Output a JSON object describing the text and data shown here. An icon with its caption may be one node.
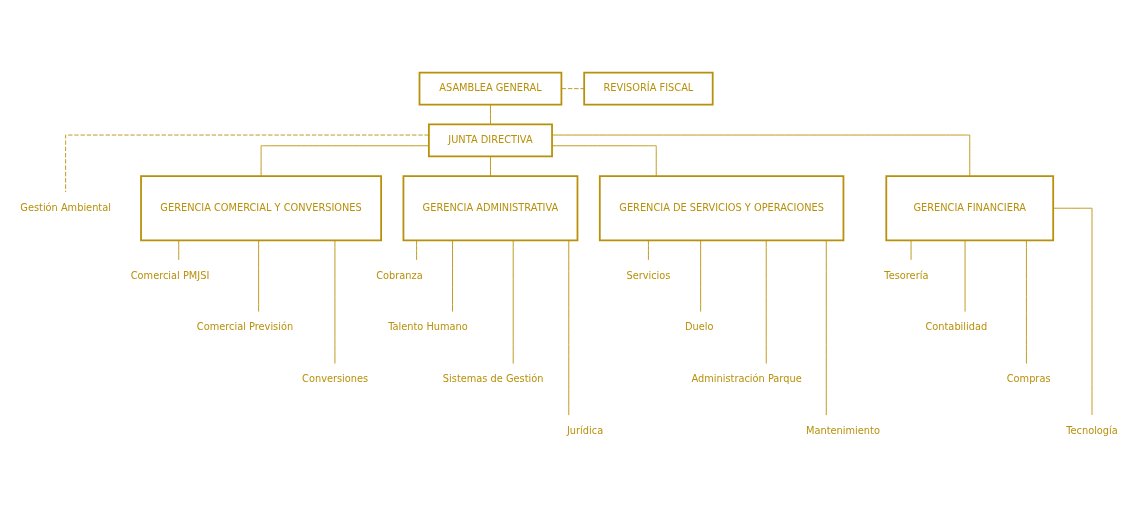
{
  "diagram": {
    "nodes": [
      {
        "text": [
          "ASAMBLEA GENERAL"
        ]
      },
      {
        "text": [
          "REVISORÍA FISCAL"
        ]
      },
      {
        "text": [
          "JUNTA DIRECTIVA"
        ]
      },
      {
        "text": [
          "Gestión Ambiental"
        ]
      },
      {
        "text": [
          "GERENCIA COMERCIAL Y CONVERSIONES"
        ]
      },
      {
        "text": [
          "GERENCIA ADMINISTRATIVA"
        ]
      },
      {
        "text": [
          "GERENCIA DE SERVICIOS Y OPERACIONES"
        ]
      },
      {
        "text": [
          "GERENCIA FINANCIERA"
        ]
      },
      {
        "text": [
          "Comercial PMJSI"
        ]
      },
      {
        "text": [
          "Comercial Previsión"
        ]
      },
      {
        "text": [
          "Conversiones"
        ]
      },
      {
        "text": [
          "Cobranza"
        ]
      },
      {
        "text": [
          "Talento Humano"
        ]
      },
      {
        "text": [
          "Sistemas de Gestión"
        ]
      },
      {
        "text": [
          "Jurídica"
        ]
      },
      {
        "text": [
          "Servicios"
        ]
      },
      {
        "text": [
          "Duelo"
        ]
      },
      {
        "text": [
          "Administración Parque"
        ]
      },
      {
        "text": [
          "Mantenimiento"
        ]
      },
      {
        "text": [
          "Tesorería"
        ]
      },
      {
        "text": [
          "Contabilidad"
        ]
      },
      {
        "text": [
          "Compras"
        ]
      },
      {
        "text": [
          "Tecnología"
        ]
      }
    ],
    "edges": [
      {
        "from": 0,
        "to": 1,
        "arrow": "none",
        "style": "dashed"
      },
      {
        "from": 0,
        "to": 2,
        "arrow": "none"
      },
      {
        "from": 2,
        "to": 3,
        "arrow": "none",
        "style": "dashed"
      },
      {
        "from": 2,
        "to": 4,
        "arrow": "none"
      },
      {
        "from": 2,
        "to": 5,
        "arrow": "none"
      },
      {
        "from": 2,
        "to": 6,
        "arrow": "none"
      },
      {
        "from": 2,
        "to": 7,
        "arrow": "none"
      },
      {
        "from": 4,
        "to": 8,
        "arrow": "none"
      },
      {
        "from": 4,
        "to": 9,
        "arrow": "none"
      },
      {
        "from": 4,
        "to": 10,
        "arrow": "none"
      },
      {
        "from": 5,
        "to": 11,
        "arrow": "none"
      },
      {
        "from": 5,
        "to": 12,
        "arrow": "none"
      },
      {
        "from": 5,
        "to": 13,
        "arrow": "none"
      },
      {
        "from": 5,
        "to": 14,
        "arrow": "none"
      },
      {
        "from": 6,
        "to": 15,
        "arrow": "none"
      },
      {
        "from": 6,
        "to": 16,
        "arrow": "none"
      },
      {
        "from": 6,
        "to": 17,
        "arrow": "none"
      },
      {
        "from": 6,
        "to": 18,
        "arrow": "none"
      },
      {
        "from": 7,
        "to": 19,
        "arrow": "none"
      },
      {
        "from": 7,
        "to": 20,
        "arrow": "none"
      },
      {
        "from": 7,
        "to": 21,
        "arrow": "none"
      },
      {
        "from": 7,
        "to": 22,
        "arrow": "none"
      }
    ]
  }
}
